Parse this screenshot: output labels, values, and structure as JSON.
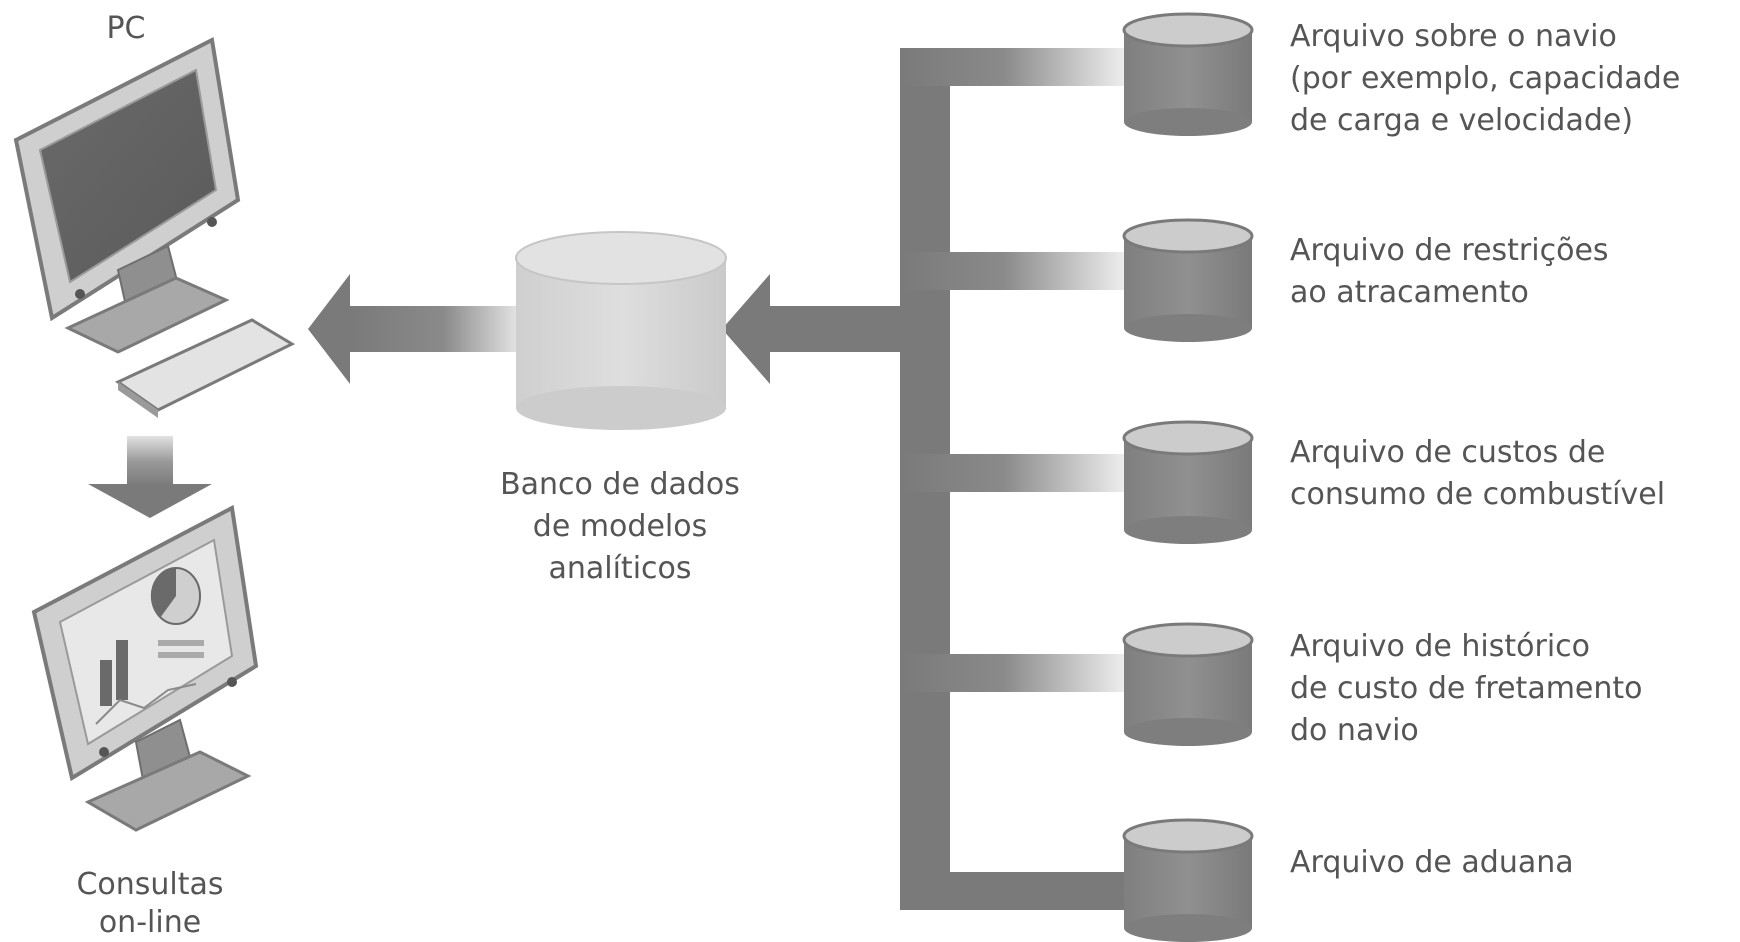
{
  "pc_label": "PC",
  "central_db_label": "Banco de dados\nde modelos\nanalíticos",
  "online_queries_label": "Consultas\non-line",
  "source_files": [
    {
      "label": "Arquivo sobre o navio\n(por exemplo, capacidade\nde carga e velocidade)"
    },
    {
      "label": "Arquivo de restrições\nao atracamento"
    },
    {
      "label": "Arquivo de custos de\nconsumo de combustível"
    },
    {
      "label": "Arquivo de histórico\nde custo de fretamento\ndo navio"
    },
    {
      "label": "Arquivo de aduana"
    }
  ],
  "colors": {
    "bus": "#7a7a7a",
    "cylinder_dark": "#8a8a8a",
    "cylinder_light": "#cfcfcf",
    "monitor": "#bdbdbd",
    "text": "#555555"
  }
}
